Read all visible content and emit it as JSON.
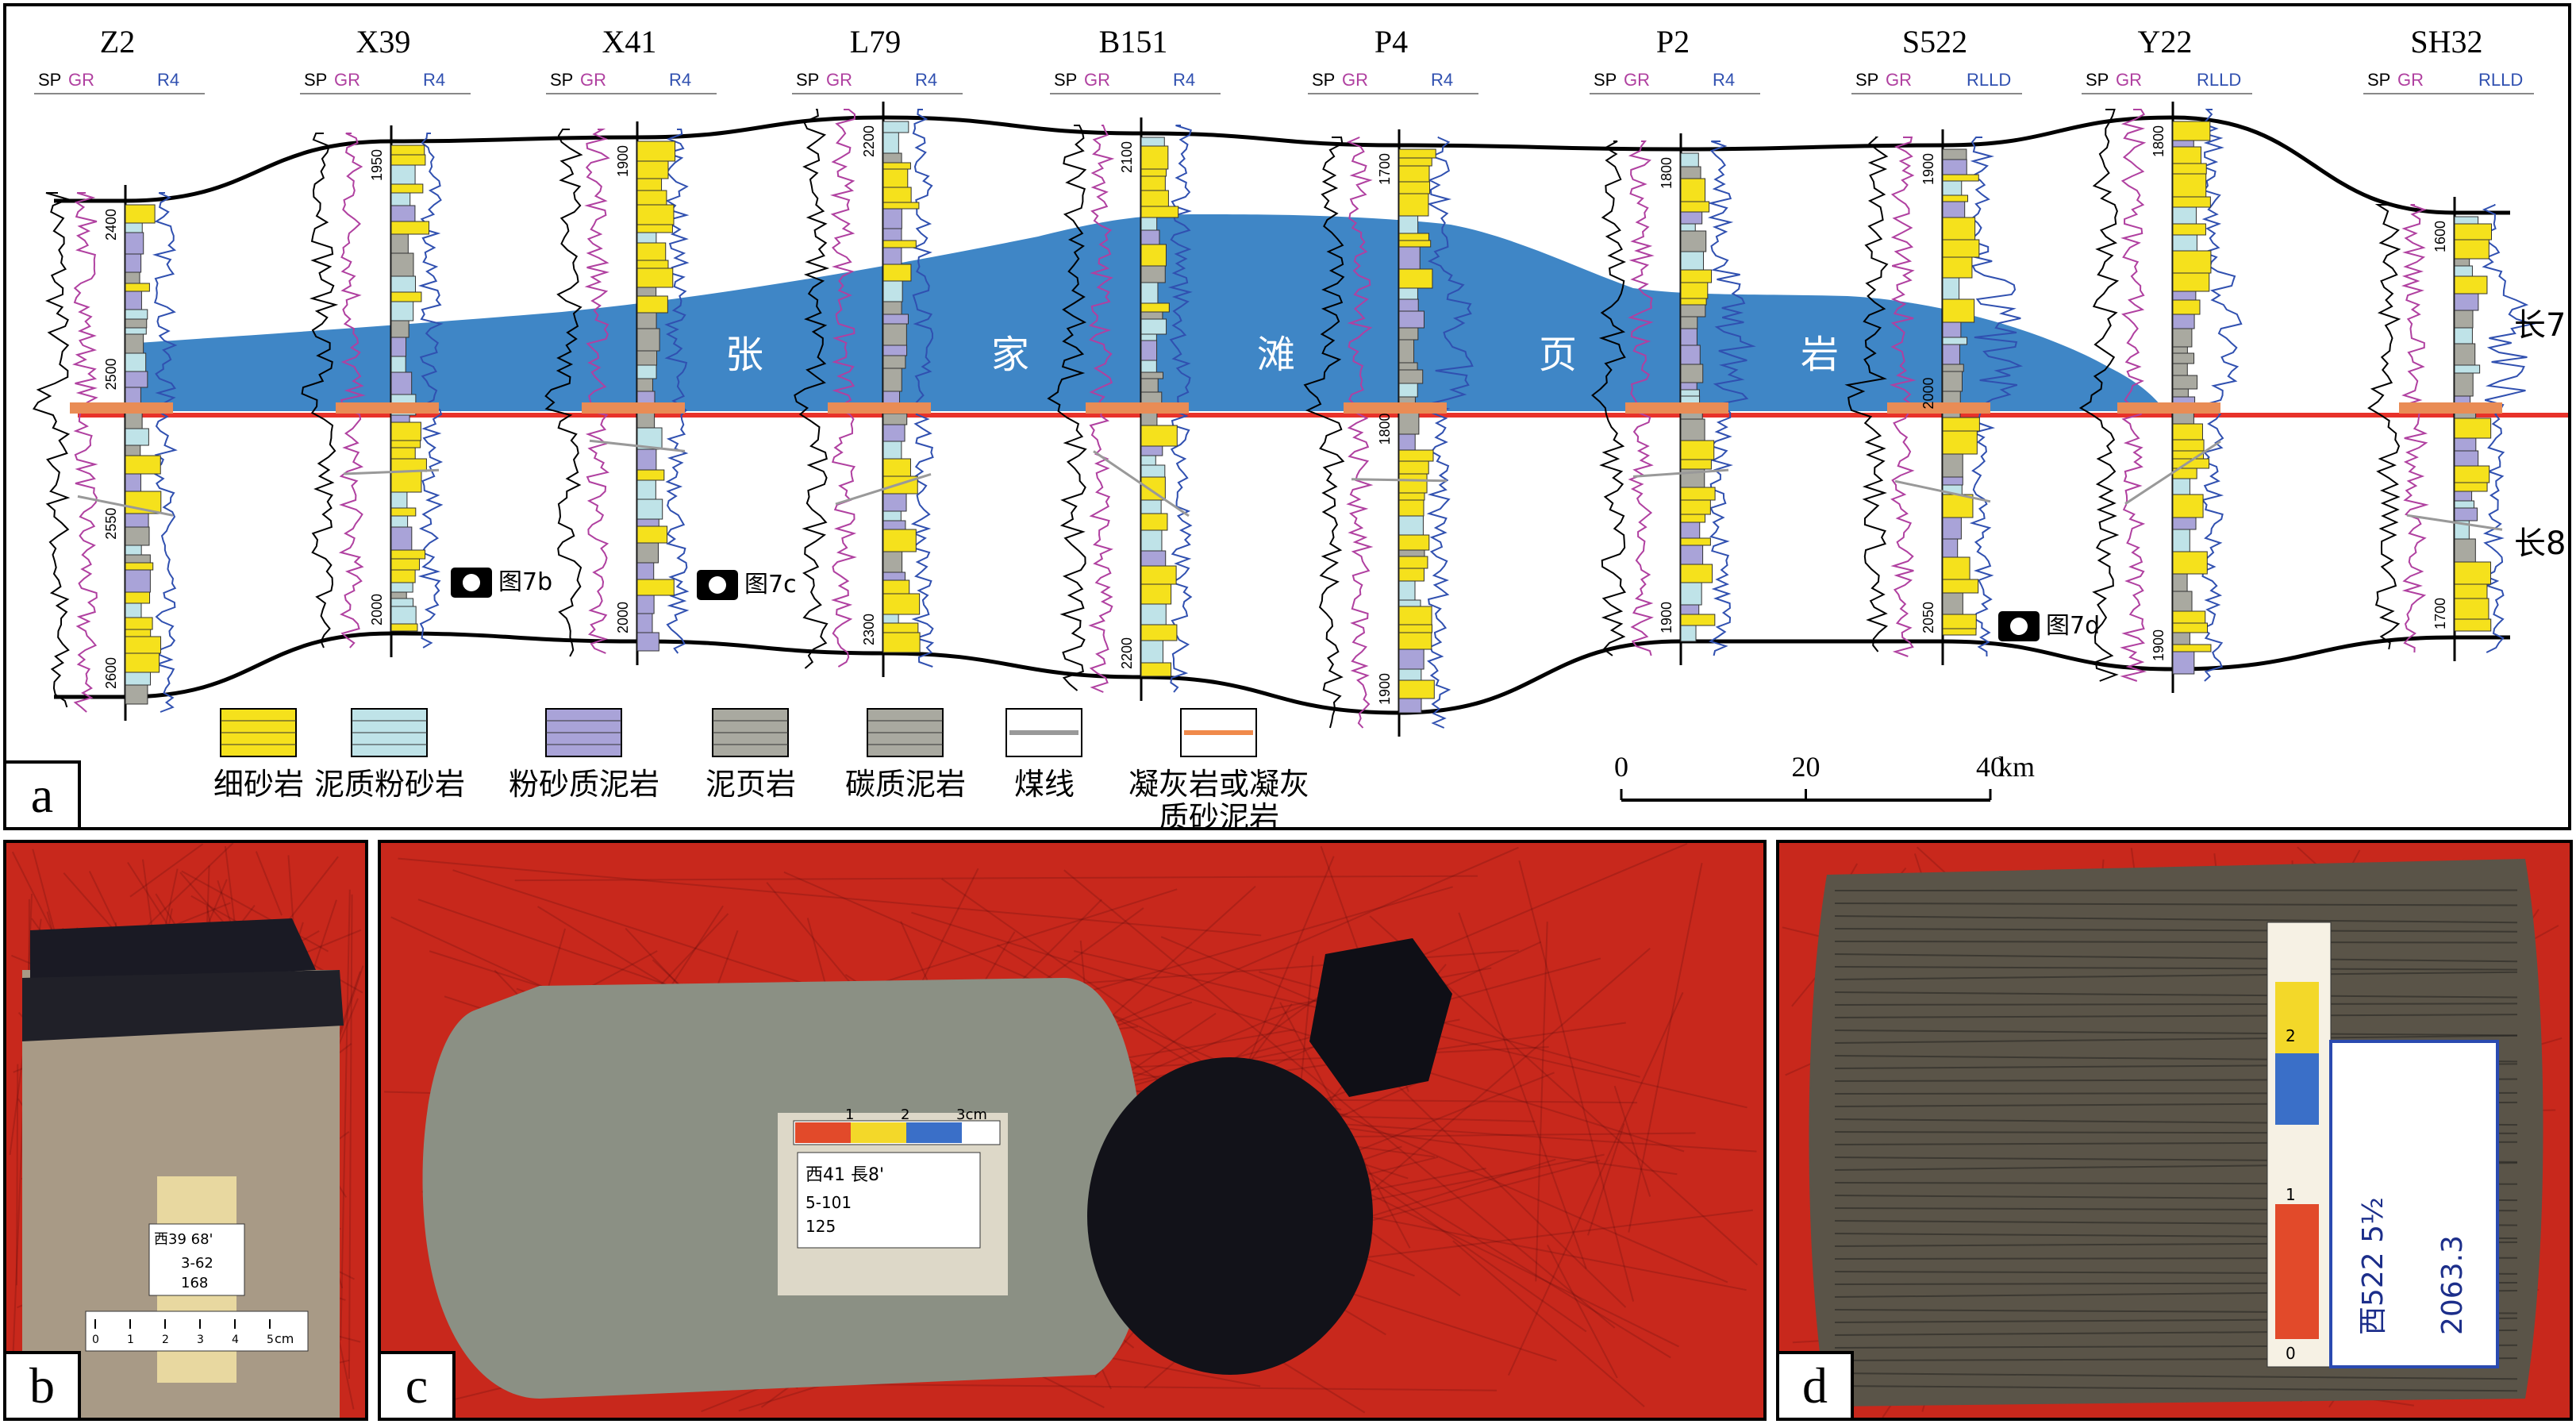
{
  "panels": {
    "a": "a",
    "b": "b",
    "c": "c",
    "d": "d"
  },
  "log_headers": {
    "sp": "SP",
    "gr": "GR",
    "r4": "R4",
    "rlld": "RLLD"
  },
  "wells": [
    {
      "name": "Z2",
      "resistivity": "R4",
      "depths": [
        "2400",
        "2500",
        "2550",
        "2600"
      ]
    },
    {
      "name": "X39",
      "resistivity": "R4",
      "depths": [
        "1950",
        "2000"
      ]
    },
    {
      "name": "X41",
      "resistivity": "R4",
      "depths": [
        "1900",
        "2000"
      ]
    },
    {
      "name": "L79",
      "resistivity": "R4",
      "depths": [
        "2200",
        "2300"
      ]
    },
    {
      "name": "B151",
      "resistivity": "R4",
      "depths": [
        "2100",
        "2200"
      ]
    },
    {
      "name": "P4",
      "resistivity": "R4",
      "depths": [
        "1700",
        "1800",
        "1900"
      ]
    },
    {
      "name": "P2",
      "resistivity": "R4",
      "depths": [
        "1800",
        "1900"
      ]
    },
    {
      "name": "S522",
      "resistivity": "RLLD",
      "depths": [
        "1900",
        "2000",
        "2050"
      ]
    },
    {
      "name": "Y22",
      "resistivity": "RLLD",
      "depths": [
        "1800",
        "1900"
      ]
    },
    {
      "name": "SH32",
      "resistivity": "RLLD",
      "depths": [
        "1600",
        "1700"
      ]
    }
  ],
  "shale_label": [
    "张",
    "家",
    "滩",
    "页",
    "岩"
  ],
  "members": {
    "upper": "长7",
    "lower": "长8"
  },
  "figure_refs": [
    "图7b",
    "图7c",
    "图7d"
  ],
  "legend": [
    {
      "key": "fine-sandstone",
      "label": "细砂岩",
      "color": "#f5e11c"
    },
    {
      "key": "argillaceous-siltstone",
      "label": "泥质粉砂岩",
      "color": "#bfe3e8"
    },
    {
      "key": "silty-mudstone",
      "label": "粉砂质泥岩",
      "color": "#a9a3d8"
    },
    {
      "key": "mud-shale",
      "label": "泥页岩",
      "color": "#a9a9a0"
    },
    {
      "key": "carbonaceous-mudstone",
      "label": "碳质泥岩",
      "color": "#a9a9a0"
    },
    {
      "key": "coal-line",
      "label": "煤线",
      "color": "#999999"
    },
    {
      "key": "tuff",
      "label": "凝灰岩或凝灰",
      "label2": "质砂泥岩",
      "color": "#f08a4b"
    }
  ],
  "scale": {
    "ticks": [
      "0",
      "20",
      "40"
    ],
    "unit": "km"
  },
  "photos": {
    "b": {
      "scale_ticks": [
        "0",
        "1",
        "2",
        "3",
        "4",
        "5"
      ],
      "unit": "cm",
      "tag": "西39  68'",
      "tag2": "3-62",
      "tag3": "168"
    },
    "c": {
      "scale": [
        "1",
        "2",
        "3cm"
      ],
      "tag": "西41  長8'",
      "tag2": "5-101",
      "tag3": "125"
    },
    "d": {
      "scale": [
        "0",
        "1",
        "2"
      ],
      "tag": "西522  5½",
      "tag2": "2063.3"
    }
  },
  "colors": {
    "shale_blue": "#3f86c6",
    "boundary_red": "#e8322a",
    "tuff_orange": "#e98c55",
    "sand_yellow": "#f5e11c",
    "gr_curve": "#b040a0",
    "r_curve": "#3050b0",
    "photo_red": "#c8281c"
  }
}
